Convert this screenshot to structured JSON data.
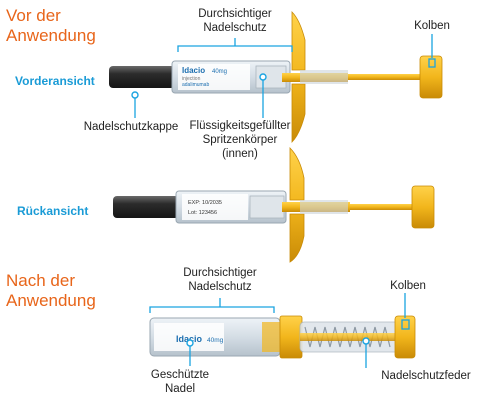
{
  "headings": {
    "before": [
      "Vor der",
      "Anwendung"
    ],
    "after": [
      "Nach der",
      "Anwendung"
    ]
  },
  "views": {
    "front": "Vorderansicht",
    "back": "Rückansicht"
  },
  "labels": {
    "shield_top": [
      "Durchsichtiger",
      "Nadelschutz"
    ],
    "plunger_top": "Kolben",
    "needle_cap": "Nadelschutzkappe",
    "syringe_body": [
      "Flüssigkeitsgefüllter",
      "Spritzenkörper",
      "(innen)"
    ],
    "shield_bottom": [
      "Durchsichtiger",
      "Nadelschutz"
    ],
    "plunger_bottom": "Kolben",
    "protected_needle": [
      "Geschützte",
      "Nadel"
    ],
    "shield_spring": "Nadelschutzfeder"
  },
  "device_text": {
    "brand": "Idacio",
    "dose": "40mg",
    "injection": "injection",
    "substance": "adalimumab",
    "exp": "EXP:  10/2035",
    "lot": "Lot:    123456"
  },
  "colors": {
    "accent_orange": "#e8651a",
    "view_blue": "#1a9bd6",
    "callout_blue": "#1aa3e0",
    "flange_yellow": "#f2b61c",
    "cap_dark": "#2f2f2f"
  }
}
